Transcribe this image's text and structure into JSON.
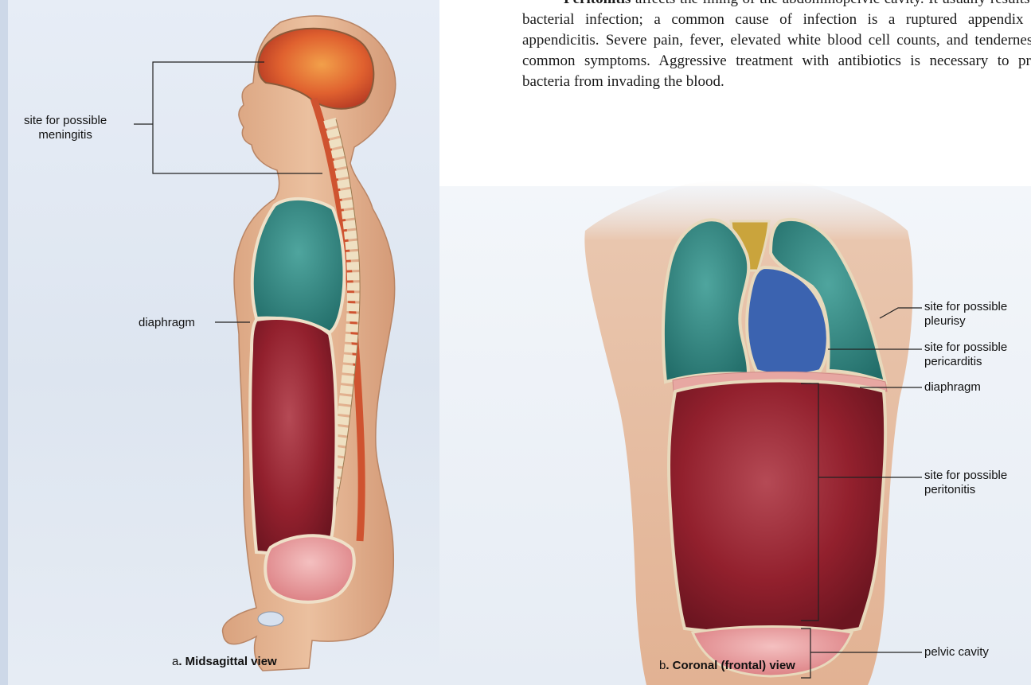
{
  "article": {
    "lead": "Peritonitis",
    "body": " affects the lining of the abdominopelvic cavity. It usually results from bacterial infection; a common cause of infection is a ruptured appendix from appendicitis. Severe pain, fever, elevated white blood cell counts, and tenderness are common symptoms. Aggressive treatment with antibiotics is necessary to prevent bacteria from invading the blood."
  },
  "figure_a": {
    "labels": {
      "meningitis": "site for possible\nmeningitis",
      "diaphragm": "diaphragm"
    },
    "caption_letter": "a",
    "caption_title": ". Midsagittal view"
  },
  "figure_b": {
    "labels": {
      "pleurisy": "site for possible\npleurisy",
      "pericarditis": "site for possible\npericarditis",
      "diaphragm": "diaphragm",
      "peritonitis": "site for possible\nperitonitis",
      "pelvic": "pelvic cavity"
    },
    "caption_letter": "b",
    "caption_title": ". Coronal (frontal) view"
  },
  "colors": {
    "skin": "#e7b896",
    "skin_shadow": "#c9906c",
    "brain": "#e0612f",
    "lung_teal": "#2f8c86",
    "heart_blue": "#3b63b0",
    "abdomen": "#92202d",
    "pelvis": "#e7979a",
    "spine": "#efe0c2",
    "mediastinum": "#caa43c"
  }
}
